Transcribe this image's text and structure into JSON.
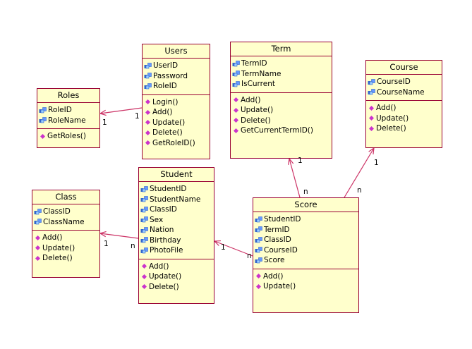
{
  "colors": {
    "box_fill": "#ffffcc",
    "box_border": "#990033",
    "line": "#cc3366",
    "attribute_icon": "#3366cc",
    "operation_icon": "#cc33cc"
  },
  "icons": {
    "attribute": "field-icon",
    "operation": "method-icon"
  },
  "classes": {
    "users": {
      "name": "Users",
      "attributes": [
        "UserID",
        "Password",
        "RoleID"
      ],
      "operations": [
        "Login()",
        "Add()",
        "Update()",
        "Delete()",
        "GetRoleID()"
      ]
    },
    "term": {
      "name": "Term",
      "attributes": [
        "TermID",
        "TermName",
        "IsCurrent"
      ],
      "operations": [
        "Add()",
        "Update()",
        "Delete()",
        "GetCurrentTermID()"
      ]
    },
    "course": {
      "name": "Course",
      "attributes": [
        "CourseID",
        "CourseName"
      ],
      "operations": [
        "Add()",
        "Update()",
        "Delete()"
      ]
    },
    "roles": {
      "name": "Roles",
      "attributes": [
        "RoleID",
        "RoleName"
      ],
      "operations": [
        "GetRoles()"
      ]
    },
    "student": {
      "name": "Student",
      "attributes": [
        "StudentID",
        "StudentName",
        "ClassID",
        "Sex",
        "Nation",
        "Birthday",
        "PhotoFile"
      ],
      "operations": [
        "Add()",
        "Update()",
        "Delete()"
      ]
    },
    "class": {
      "name": "Class",
      "attributes": [
        "ClassID",
        "ClassName"
      ],
      "operations": [
        "Add()",
        "Update()",
        "Delete()"
      ]
    },
    "score": {
      "name": "Score",
      "attributes": [
        "StudentID",
        "TermID",
        "ClassID",
        "CourseID",
        "Score"
      ],
      "operations": [
        "Add()",
        "Update()"
      ]
    }
  },
  "associations": [
    {
      "id": "users-roles",
      "from_mult": "1",
      "to_mult": "1"
    },
    {
      "id": "score-term",
      "from_mult": "n",
      "to_mult": "1"
    },
    {
      "id": "score-course",
      "from_mult": "n",
      "to_mult": "1"
    },
    {
      "id": "student-class",
      "from_mult": "n",
      "to_mult": "1"
    },
    {
      "id": "score-student",
      "from_mult": "n",
      "to_mult": "1"
    }
  ]
}
